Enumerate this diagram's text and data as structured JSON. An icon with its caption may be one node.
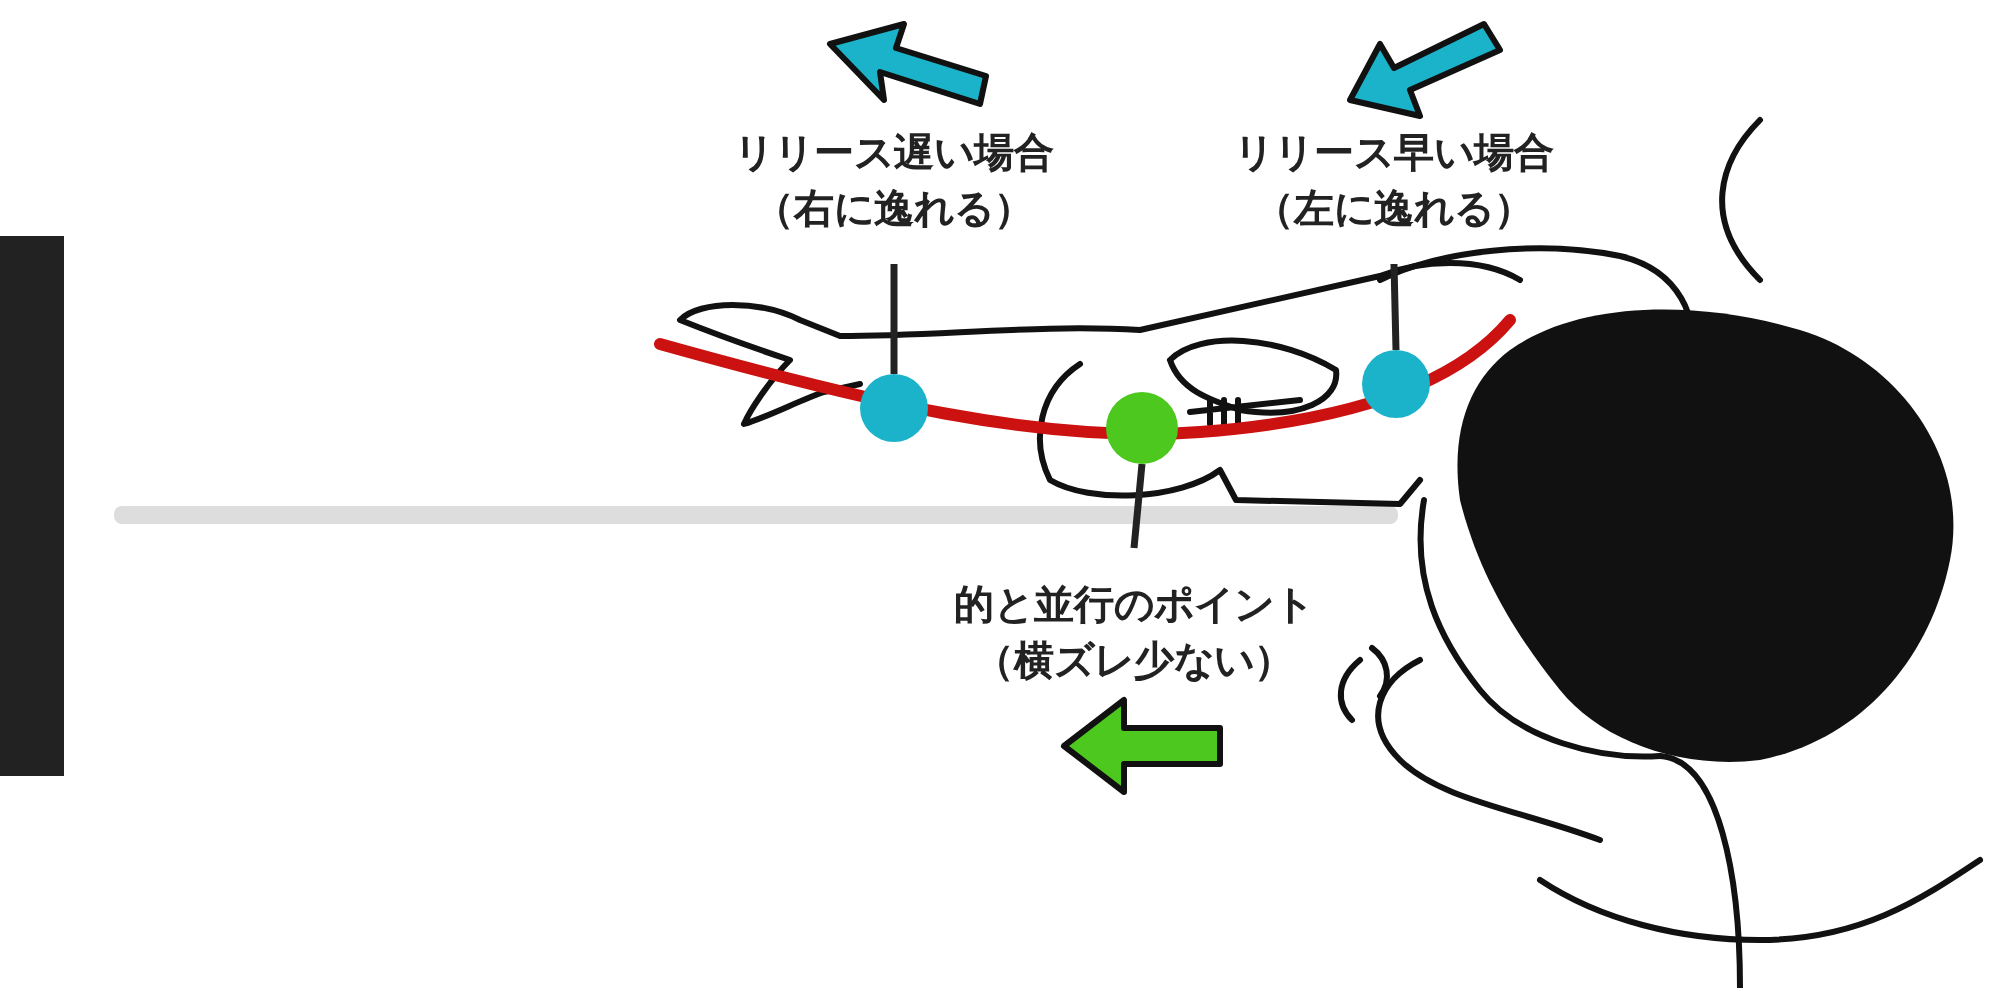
{
  "diagram": {
    "nodes": [
      {
        "text": [
          "リリース遅い場合（右に逸れる）"
        ]
      },
      {
        "text": [
          "リリース早い場合（左に逸れる）"
        ]
      },
      {
        "text": [],
        "shape": "circle"
      },
      {
        "text": [],
        "shape": "circle"
      },
      {
        "text": [],
        "shape": "circle"
      },
      {
        "text": [
          "的と並行のポイント（横ズレ少ない）"
        ]
      }
    ],
    "edges": [
      {
        "from": 0,
        "to": 2,
        "arrow": "none"
      },
      {
        "from": 1,
        "to": 4,
        "arrow": "none"
      },
      {
        "from": 5,
        "to": 3,
        "arrow": "none"
      }
    ]
  }
}
